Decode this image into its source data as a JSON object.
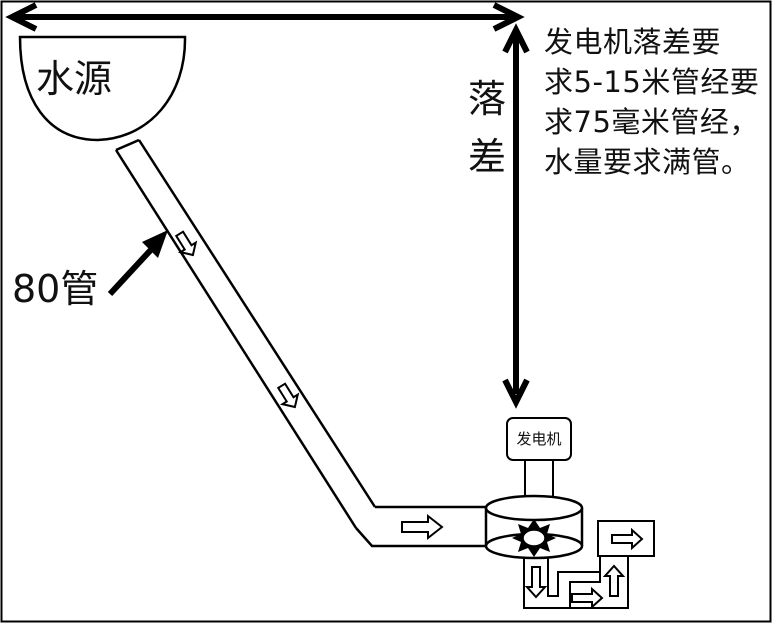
{
  "labels": {
    "water_source": "水源",
    "drop_char_1": "落",
    "drop_char_2": "差",
    "pipe_label": "80管",
    "generator": "发电机",
    "note_lines": [
      "发电机落差要",
      "求5-15米管经要",
      "求75毫米管经，",
      "水量要求满管。"
    ]
  },
  "colors": {
    "stroke": "#000000",
    "text": "#111111",
    "background": "#ffffff"
  }
}
